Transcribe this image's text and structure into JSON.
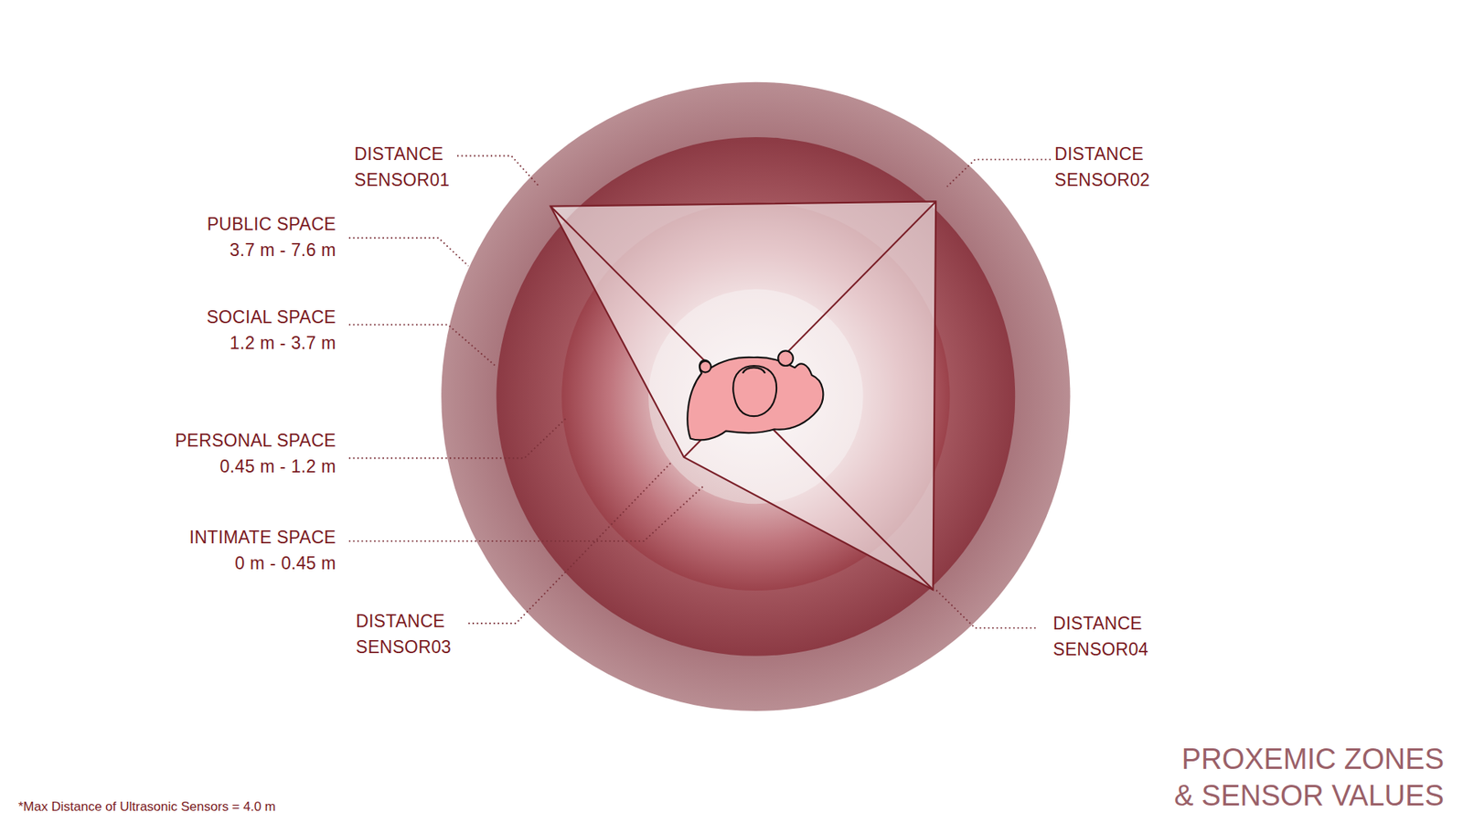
{
  "diagram": {
    "title": "PROXEMIC ZONES & SENSOR VALUES",
    "caption": "*Max Distance of Ultrasonic Sensors = 4.0 m",
    "labels": [
      "DISTANCE SENSOR01",
      "DISTANCE SENSOR02",
      "PUBLIC SPACE",
      "3.7 m - 7.6 m",
      "SOCIAL SPACE",
      "1.2 m - 3.7 m",
      "PERSONAL SPACE",
      "0.45 m - 1.2 m",
      "INTIMATE SPACE",
      "0 m - 0.45 m",
      "DISTANCE SENSOR03",
      "DISTANCE SENSOR04"
    ]
  }
}
